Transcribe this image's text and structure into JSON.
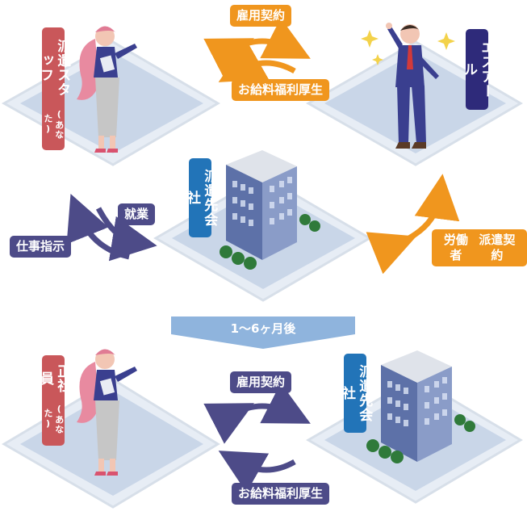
{
  "top": {
    "staff_label": "派遣スタッフ",
    "staff_sub": "(あなた)",
    "esr_label": "エスアール",
    "employment_contract": "雇用契約",
    "salary_line1": "お給料",
    "salary_line2": "福利厚生",
    "client_label": "派遣先会社",
    "work_label": "就業",
    "instruction_label": "仕事指示",
    "dispatch_line1": "労働者",
    "dispatch_line2": "派遣契約"
  },
  "banner": {
    "label": "1〜6ヶ月後"
  },
  "bottom": {
    "employee_label": "正社員",
    "employee_sub": "(あなた)",
    "client_label": "派遣先会社",
    "employment_contract": "雇用契約",
    "salary_line1": "お給料",
    "salary_line2": "福利厚生"
  },
  "colors": {
    "orange": "#f0961e",
    "navy": "#2e2a7a",
    "red": "#c9575a",
    "blue": "#2274b8",
    "slate": "#4d4b88",
    "platform": "#c9d6e8",
    "banner": "#8fb4dd"
  }
}
